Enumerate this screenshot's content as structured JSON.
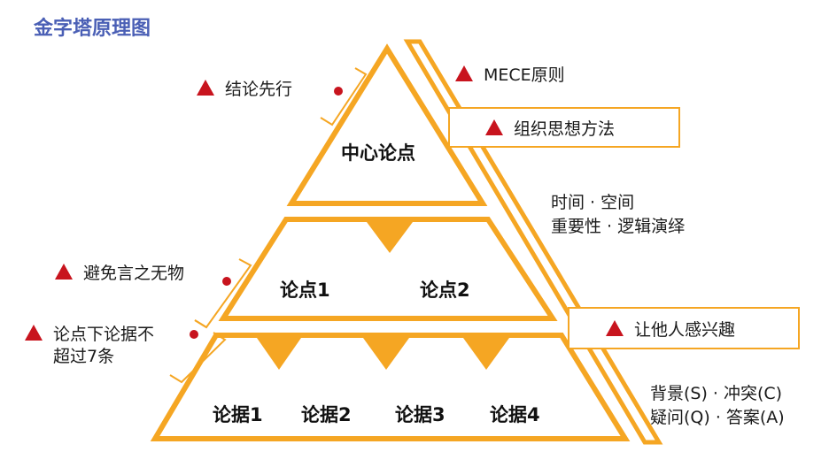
{
  "title": "金字塔原理图",
  "pyramid": {
    "top": "中心论点",
    "middle": [
      "论点1",
      "论点2"
    ],
    "bottom": [
      "论据1",
      "论据2",
      "论据3",
      "论据4"
    ]
  },
  "left_notes": {
    "conclusion_first": "结论先行",
    "avoid_empty_talk": "避免言之无物",
    "max_items_line1": "论点下论据不",
    "max_items_line2": "超过7条"
  },
  "right_notes": {
    "mece": "MECE原则",
    "organize_thinking": "组织思想方法",
    "order_line1": "时间 · 空间",
    "order_line2": "重要性 · 逻辑演绎",
    "engage": "让他人感兴趣",
    "scqa_line1": "背景(S)  · 冲突(C)",
    "scqa_line2": "疑问(Q) · 答案(A)"
  },
  "colors": {
    "accent": "#f5a623",
    "marker": "#c8141e",
    "title": "#4a5fb5",
    "dot": "#c8141e"
  }
}
